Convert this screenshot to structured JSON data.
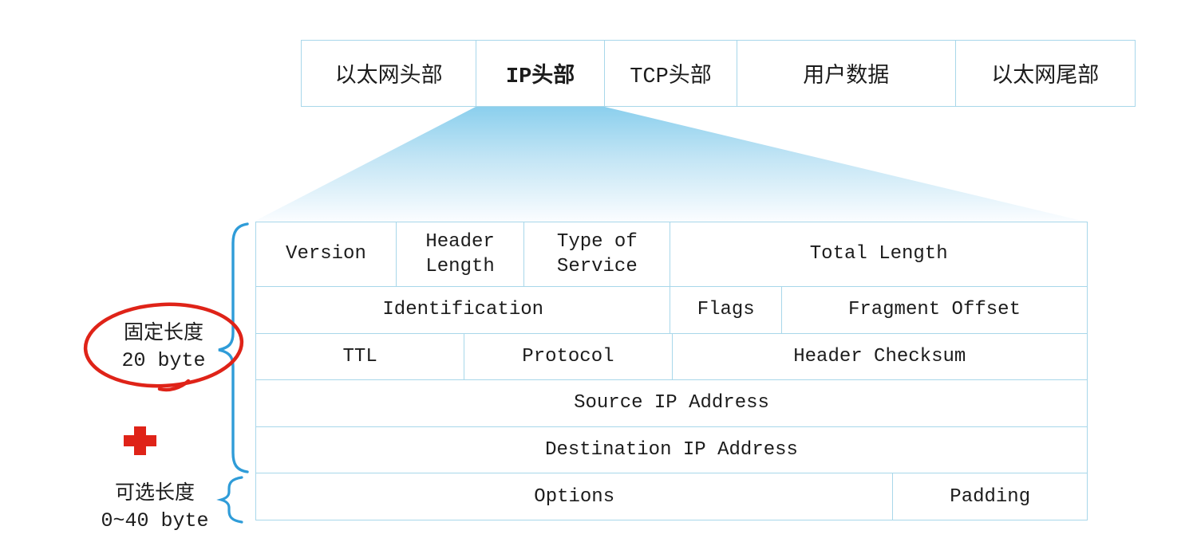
{
  "packet_row": {
    "cells": [
      {
        "label": "以太网头部"
      },
      {
        "label": "IP头部"
      },
      {
        "label": "TCP头部"
      },
      {
        "label": "用户数据"
      },
      {
        "label": "以太网尾部"
      }
    ]
  },
  "ip_header_table": {
    "rows": [
      {
        "cells": [
          {
            "label": "Version"
          },
          {
            "label": "Header Length"
          },
          {
            "label": "Type of Service"
          },
          {
            "label": "Total Length"
          }
        ]
      },
      {
        "cells": [
          {
            "label": "Identification"
          },
          {
            "label": "Flags"
          },
          {
            "label": "Fragment Offset"
          }
        ]
      },
      {
        "cells": [
          {
            "label": "TTL"
          },
          {
            "label": "Protocol"
          },
          {
            "label": "Header Checksum"
          }
        ]
      },
      {
        "cells": [
          {
            "label": "Source IP Address"
          }
        ]
      },
      {
        "cells": [
          {
            "label": "Destination IP Address"
          }
        ]
      },
      {
        "cells": [
          {
            "label": "Options"
          },
          {
            "label": "Padding"
          }
        ]
      }
    ]
  },
  "annotations": {
    "fixed_length": {
      "line1": "固定长度",
      "line2": "20 byte"
    },
    "optional_length": {
      "line1": "可选长度",
      "line2": "0~40 byte"
    }
  },
  "colors": {
    "table_border": "#a8d7ea",
    "funnel_blue": "#8bcfed",
    "brace_blue": "#2f9cd8",
    "annotation_red": "#df2318",
    "text": "#1c1c1c"
  }
}
